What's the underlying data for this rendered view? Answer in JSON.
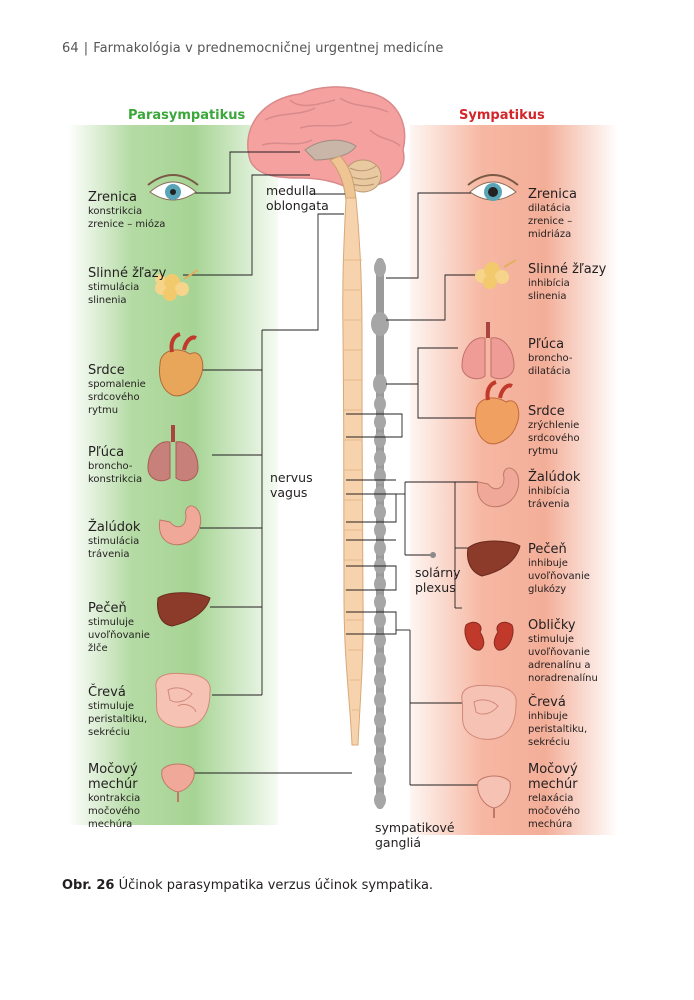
{
  "header": {
    "page_number": "64",
    "running_title": "Farmakológia v prednemocničnej urgentnej medicíne"
  },
  "titles": {
    "parasympathetic": "Parasympatikus",
    "sympathetic": "Sympatikus"
  },
  "parasympathetic_organs": [
    {
      "name": "Zrenica",
      "desc": [
        "konstrikcia",
        "zrenice – mióza"
      ]
    },
    {
      "name": "Slinné žľazy",
      "desc": [
        "stimulácia",
        "slinenia"
      ]
    },
    {
      "name": "Srdce",
      "desc": [
        "spomalenie",
        "srdcového",
        "rytmu"
      ]
    },
    {
      "name": "Pľúca",
      "desc": [
        "broncho-",
        "konstrikcia"
      ]
    },
    {
      "name": "Žalúdok",
      "desc": [
        "stimulácia",
        "trávenia"
      ]
    },
    {
      "name": "Pečeň",
      "desc": [
        "stimuluje",
        "uvoľňovanie",
        "žlče"
      ]
    },
    {
      "name": "Črevá",
      "desc": [
        "stimuluje",
        "peristaltiku,",
        "sekréciu"
      ]
    },
    {
      "name": "Močový mechúr",
      "name_lines": [
        "Močový",
        "mechúr"
      ],
      "desc": [
        "kontrakcia",
        "močového",
        "mechúra"
      ]
    }
  ],
  "sympathetic_organs": [
    {
      "name": "Zrenica",
      "desc": [
        "dilatácia",
        "zrenice –",
        "midriáza"
      ]
    },
    {
      "name": "Slinné žľazy",
      "desc": [
        "inhibícia",
        "slinenia"
      ]
    },
    {
      "name": "Pľúca",
      "desc": [
        "broncho-",
        "dilatácia"
      ]
    },
    {
      "name": "Srdce",
      "desc": [
        "zrýchlenie",
        "srdcového",
        "rytmu"
      ]
    },
    {
      "name": "Žalúdok",
      "desc": [
        "inhibícia",
        "trávenia"
      ]
    },
    {
      "name": "Pečeň",
      "desc": [
        "inhibuje",
        "uvoľňovanie",
        "glukózy"
      ]
    },
    {
      "name": "Obličky",
      "desc": [
        "stimuluje",
        "uvoľňovanie",
        "adrenalínu a",
        "noradrenalínu"
      ]
    },
    {
      "name": "Črevá",
      "desc": [
        "inhibuje",
        "peristaltiku,",
        "sekréciu"
      ]
    },
    {
      "name": "Močový mechúr",
      "name_lines": [
        "Močový",
        "mechúr"
      ],
      "desc": [
        "relaxácia",
        "močového",
        "mechúra"
      ]
    }
  ],
  "labels": {
    "medulla": [
      "medulla",
      "oblongata"
    ],
    "vagus": [
      "nervus",
      "vagus"
    ],
    "solar": [
      "solárny",
      "plexus"
    ],
    "ganglia": [
      "sympatikové",
      "gangliá"
    ]
  },
  "caption": {
    "label": "Obr. 26",
    "text": "Účinok parasympatika verzus účinok sympatika."
  },
  "colors": {
    "parasympathetic": "#3ba73a",
    "sympathetic": "#d3262b",
    "spinal_cord": "#f7d3ad",
    "ganglia": "#a6a6a6"
  }
}
